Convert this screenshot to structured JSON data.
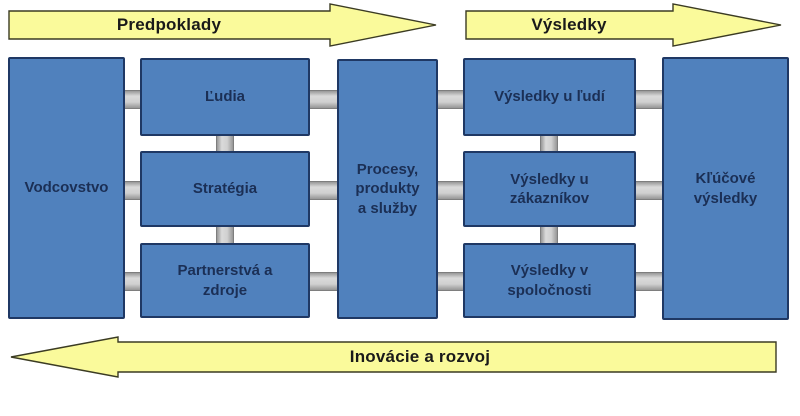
{
  "arrows": {
    "predpoklady": {
      "label": "Predpoklady",
      "direction": "right"
    },
    "vysledky": {
      "label": "Výsledky",
      "direction": "right"
    },
    "inovacie": {
      "label": "Inovácie a rozvoj",
      "direction": "left"
    }
  },
  "boxes": {
    "vodcovstvo": {
      "label": "Vodcovstvo"
    },
    "ludia": {
      "label": "Ľudia"
    },
    "strategia": {
      "label": "Stratégia"
    },
    "partnerstva": {
      "label": "Partnerstvá a\nzdroje"
    },
    "procesy": {
      "label": "Procesy,\nprodukty\na služby"
    },
    "vysledky_u_ludi": {
      "label": "Výsledky u ľudí"
    },
    "vysledky_u_zakaznikov": {
      "label": "Výsledky u\nzákazníkov"
    },
    "vysledky_v_spolocnosti": {
      "label": "Výsledky v\nspoločnosti"
    },
    "klucove_vysledky": {
      "label": "Kľúčové\nvýsledky"
    }
  },
  "colors": {
    "background": "#FFFFFF",
    "box_fill": "#5081BD",
    "box_border": "#1F3864",
    "box_text": "#1B2F55",
    "arrow_fill": "#FAFA9B",
    "arrow_border": "#3B3B23",
    "arrow_text": "#1A1A1A",
    "connector_fill": "#C9C9C9",
    "connector_border": "#7E7E7E"
  }
}
